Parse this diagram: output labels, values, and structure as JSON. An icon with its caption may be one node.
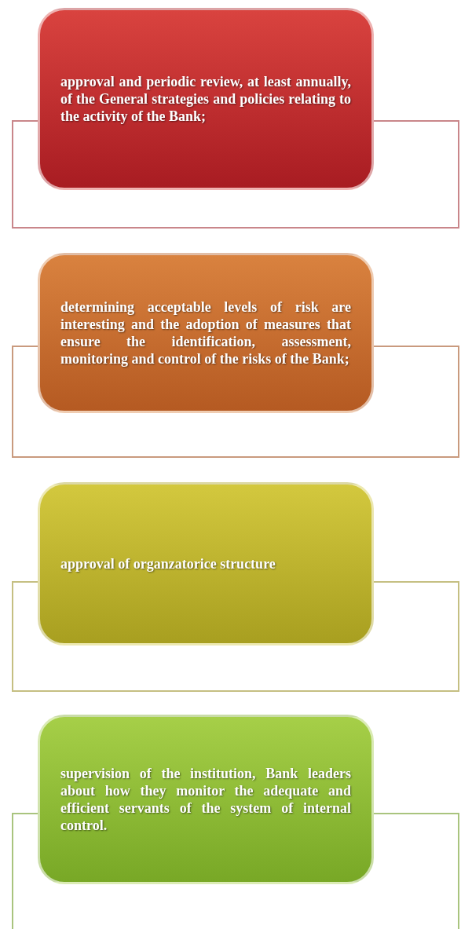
{
  "diagram": {
    "nodes": [
      {
        "text": [
          "approval and periodic review, at least annually, of the General strategies and policies relating to the activity of the Bank;"
        ]
      },
      {
        "text": [
          "determining acceptable levels of risk are interesting and the adoption of measures that ensure the identification, assessment, monitoring and control of the risks of the Bank;"
        ]
      },
      {
        "text": [
          "approval of organzatorice structure"
        ]
      },
      {
        "text": [
          "supervision of the institution, Bank leaders about how they monitor the adequate and efficient servants of the system of internal control."
        ]
      }
    ]
  }
}
